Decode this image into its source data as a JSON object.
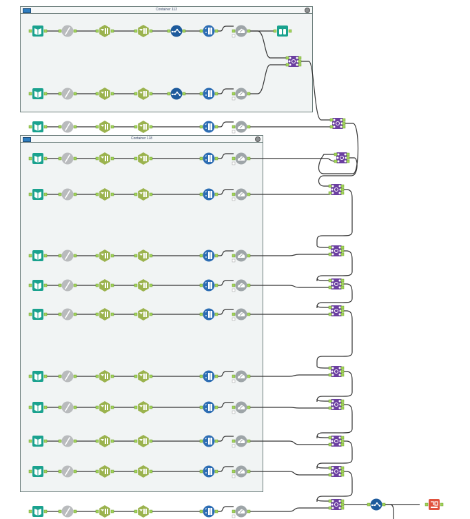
{
  "canvas": {
    "background": "#ffffff"
  },
  "containers": [
    {
      "id": "c1",
      "title": "Container 112",
      "collapse_icon": "container-collapse-icon",
      "close_icon": "container-close-icon"
    },
    {
      "id": "c2",
      "title": "Container 118",
      "collapse_icon": "container-collapse-icon",
      "close_icon": "container-close-icon"
    }
  ],
  "tool_types": {
    "input": {
      "name": "input-data-tool",
      "color": "#1aa28e",
      "icon": "book-icon"
    },
    "formula": {
      "name": "formula-tool",
      "color": "#b9bbbd",
      "icon": "pencil-icon"
    },
    "select": {
      "name": "select-tool",
      "color": "#9bb34e",
      "icon": "select-columns-icon"
    },
    "filter": {
      "name": "filter-tool",
      "color": "#9bb34e",
      "icon": "select-columns-icon"
    },
    "mltransform": {
      "name": "multi-row-formula-tool",
      "color": "#1d5a9c",
      "icon": "check-path-icon"
    },
    "transpose": {
      "name": "transpose-tool",
      "color": "#2d6db3",
      "icon": "table-sparkle-icon"
    },
    "upload": {
      "name": "cloud-upload-tool",
      "color": "#9ea5a8",
      "icon": "cloud-upload-icon"
    },
    "browse": {
      "name": "browse-tool",
      "color": "#1aa28e",
      "icon": "binoculars-icon"
    },
    "union": {
      "name": "union-tool",
      "color": "#6b3fa0",
      "icon": "union-icon"
    },
    "output": {
      "name": "output-tool",
      "color": "#e0523e",
      "icon": "report-output-icon"
    }
  },
  "workflow": {
    "rows": [
      {
        "id": "r1",
        "tools": [
          "input",
          "formula",
          "select",
          "filter",
          "mltransform",
          "transpose",
          "upload",
          "browse"
        ]
      },
      {
        "id": "r2",
        "tools": [
          "input",
          "formula",
          "select",
          "filter",
          "mltransform",
          "transpose",
          "upload"
        ]
      },
      {
        "id": "r3",
        "tools": [
          "input",
          "formula",
          "select",
          "filter",
          "transpose",
          "upload"
        ]
      },
      {
        "id": "r4",
        "tools": [
          "input",
          "formula",
          "select",
          "filter",
          "transpose",
          "upload"
        ]
      },
      {
        "id": "r5",
        "tools": [
          "input",
          "formula",
          "select",
          "filter",
          "transpose",
          "upload"
        ]
      },
      {
        "id": "r6",
        "tools": [
          "input",
          "formula",
          "select",
          "filter",
          "transpose",
          "upload"
        ]
      },
      {
        "id": "r7",
        "tools": [
          "input",
          "formula",
          "select",
          "filter",
          "transpose",
          "upload"
        ]
      },
      {
        "id": "r8",
        "tools": [
          "input",
          "formula",
          "select",
          "filter",
          "transpose",
          "upload"
        ]
      },
      {
        "id": "r9",
        "tools": [
          "input",
          "formula",
          "select",
          "filter",
          "transpose",
          "upload"
        ]
      },
      {
        "id": "r10",
        "tools": [
          "input",
          "formula",
          "select",
          "filter",
          "transpose",
          "upload"
        ]
      },
      {
        "id": "r11",
        "tools": [
          "input",
          "formula",
          "select",
          "filter",
          "transpose",
          "upload"
        ]
      },
      {
        "id": "r12",
        "tools": [
          "input",
          "formula",
          "select",
          "filter",
          "transpose",
          "upload"
        ]
      },
      {
        "id": "r13",
        "tools": [
          "input",
          "formula",
          "select",
          "filter",
          "transpose",
          "upload"
        ]
      }
    ],
    "union_count": 13,
    "final_tools": [
      "mltransform",
      "output"
    ]
  }
}
